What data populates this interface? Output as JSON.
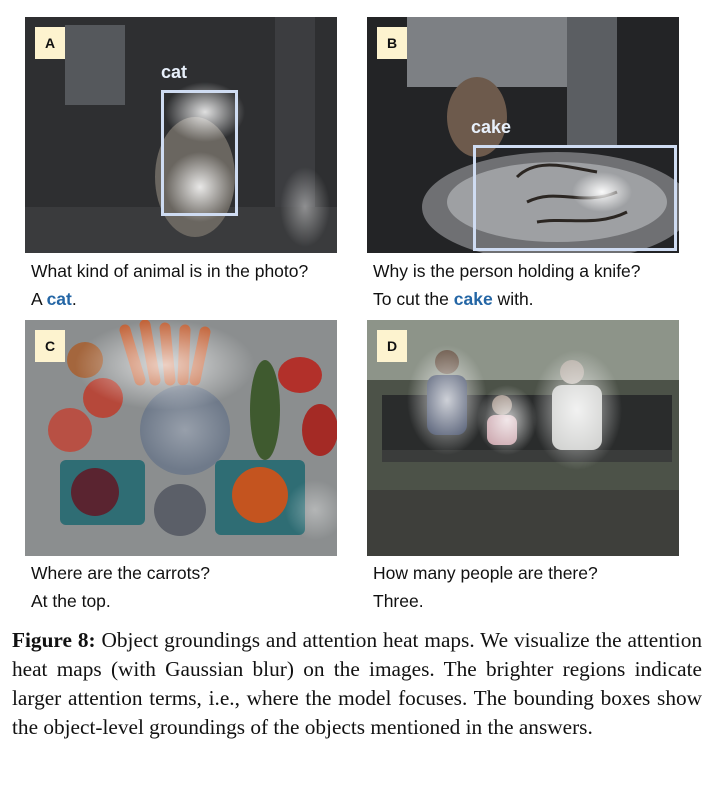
{
  "panels": {
    "a": {
      "tag": "A",
      "box_label": "cat",
      "question": "What kind of animal is in the photo?",
      "answer_pre": "A ",
      "answer_hl": "cat",
      "answer_post": "."
    },
    "b": {
      "tag": "B",
      "box_label": "cake",
      "question": "Why is the person holding a knife?",
      "answer_pre": "To cut the ",
      "answer_hl": "cake",
      "answer_post": " with."
    },
    "c": {
      "tag": "C",
      "question": "Where are the carrots?",
      "answer": "At the top."
    },
    "d": {
      "tag": "D",
      "question": "How many people are there?",
      "answer": "Three."
    }
  },
  "caption": {
    "label": "Figure 8:",
    "text": " Object groundings and attention heat maps. We visualize the attention heat maps (with Gaussian blur) on the images. The brighter regions indicate larger attention terms, i.e., where the model focuses. The bounding boxes show the object-level groundings of the objects mentioned in the answers."
  },
  "colors": {
    "highlight": "#2466a5",
    "tag_bg": "#fdf3cf",
    "box": "#cfdcf2"
  }
}
